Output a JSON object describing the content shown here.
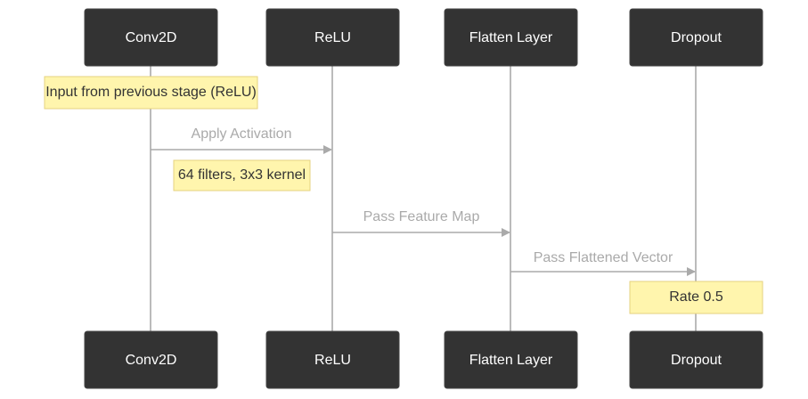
{
  "participants": [
    {
      "id": "conv",
      "label": "Conv2D"
    },
    {
      "id": "relu",
      "label": "ReLU"
    },
    {
      "id": "flatten",
      "label": "Flatten Layer"
    },
    {
      "id": "dropout",
      "label": "Dropout"
    }
  ],
  "messages": [
    {
      "from": "conv",
      "to": "relu",
      "label": "Apply Activation"
    },
    {
      "from": "relu",
      "to": "flatten",
      "label": "Pass Feature Map"
    },
    {
      "from": "flatten",
      "to": "dropout",
      "label": "Pass Flattened Vector"
    }
  ],
  "notes": [
    {
      "over": "conv",
      "text": "Input from previous stage (ReLU)"
    },
    {
      "over": "conv",
      "text": "64 filters, 3x3 kernel"
    },
    {
      "over": "dropout",
      "text": "Rate 0.5"
    }
  ],
  "colors": {
    "actor_fill": "#333333",
    "actor_text": "#ffffff",
    "lifeline": "#bbbbbb",
    "note_fill": "#fff5ad",
    "message": "#aaaaaa"
  }
}
